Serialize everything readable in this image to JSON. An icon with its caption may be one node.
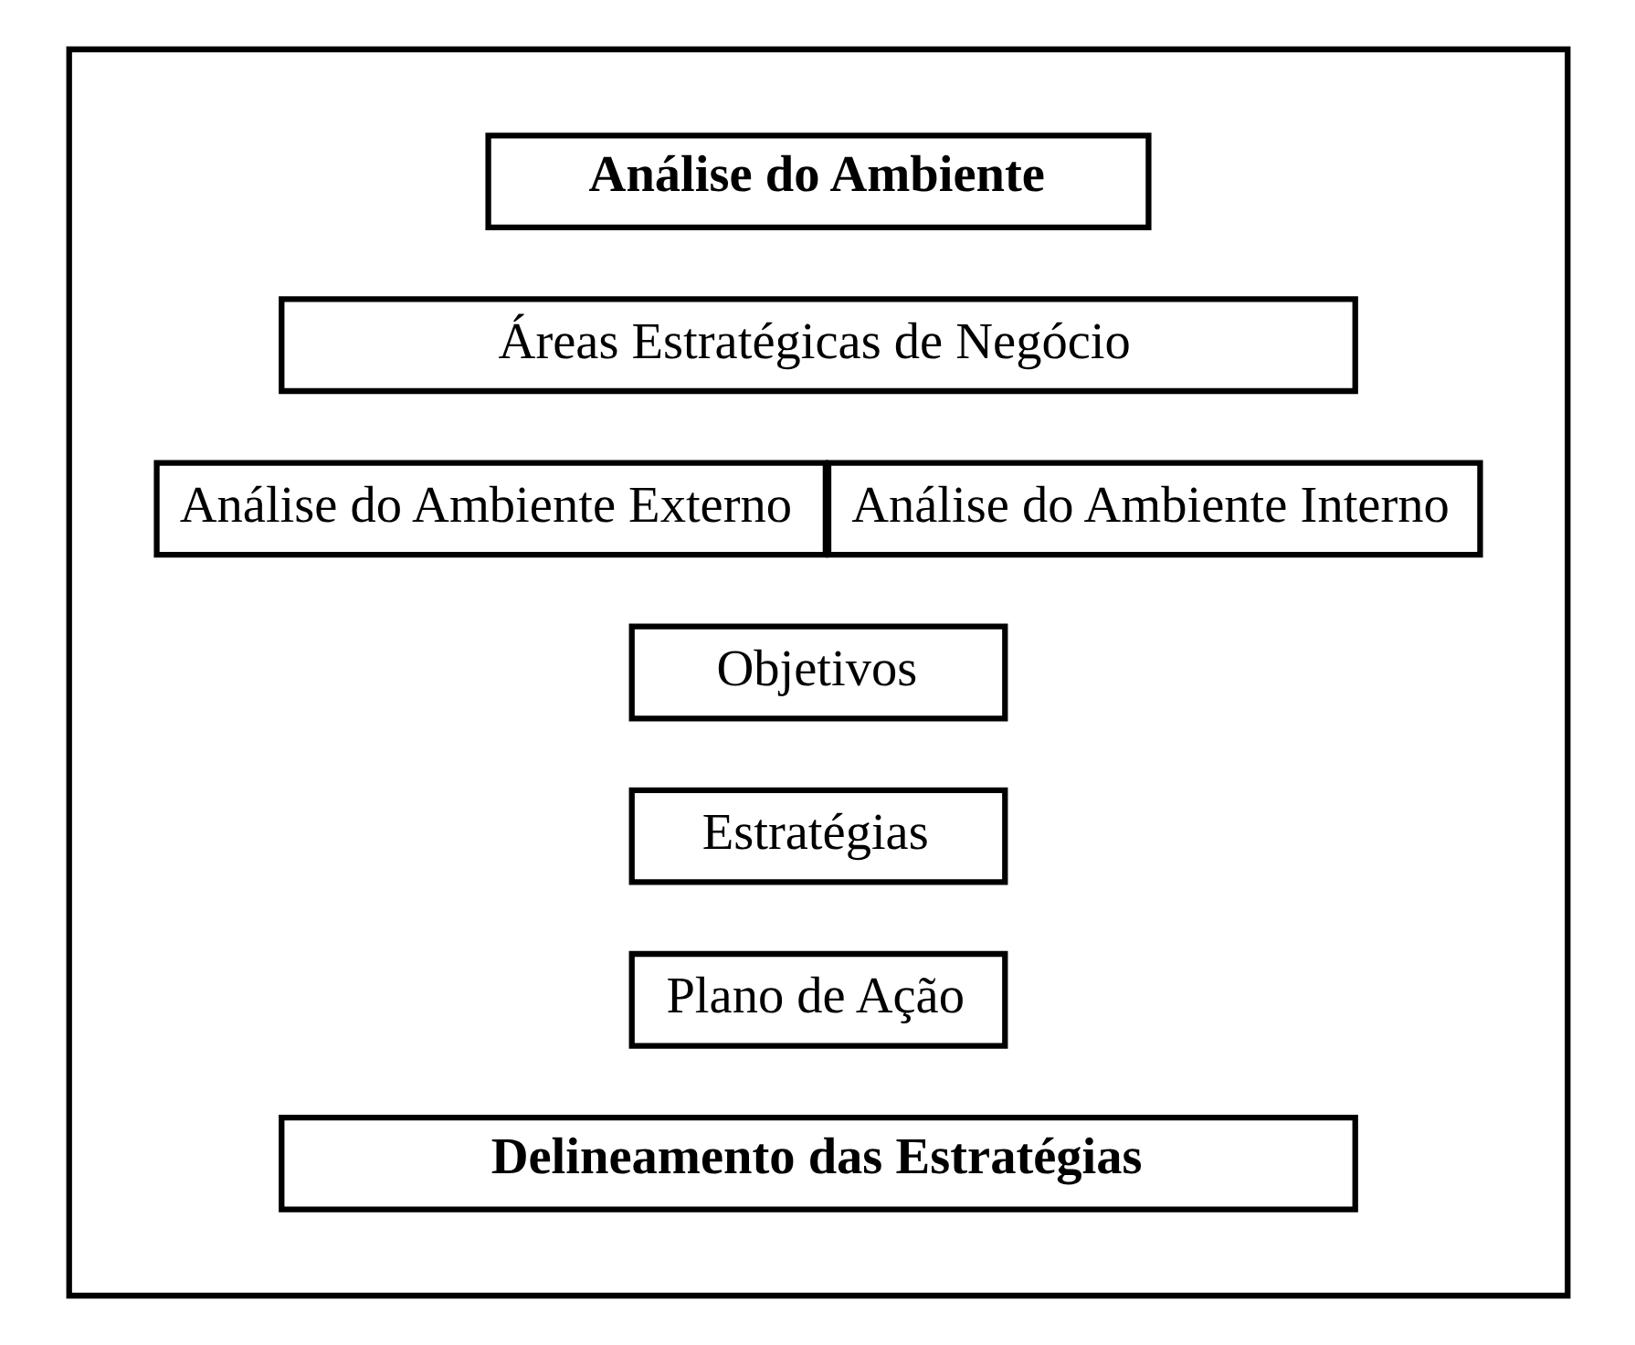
{
  "diagram": {
    "nodes": [
      {
        "text": [],
        "shape": "box"
      },
      {
        "text": [
          "Análise do Ambiente"
        ],
        "in": 0
      },
      {
        "text": [
          "Áreas Estratégicas de Negócio"
        ],
        "in": 0
      },
      {
        "text": [
          "Análise do Ambiente Externo"
        ],
        "in": 0
      },
      {
        "text": [
          "Análise do Ambiente Interno"
        ],
        "in": 0
      },
      {
        "text": [
          "Objetivos"
        ],
        "in": 0
      },
      {
        "text": [
          "Estratégias"
        ],
        "in": 0
      },
      {
        "text": [
          "Plano de Ação"
        ],
        "in": 0
      },
      {
        "text": [
          "Delineamento das Estratégias"
        ],
        "in": 0
      }
    ],
    "edges": []
  }
}
